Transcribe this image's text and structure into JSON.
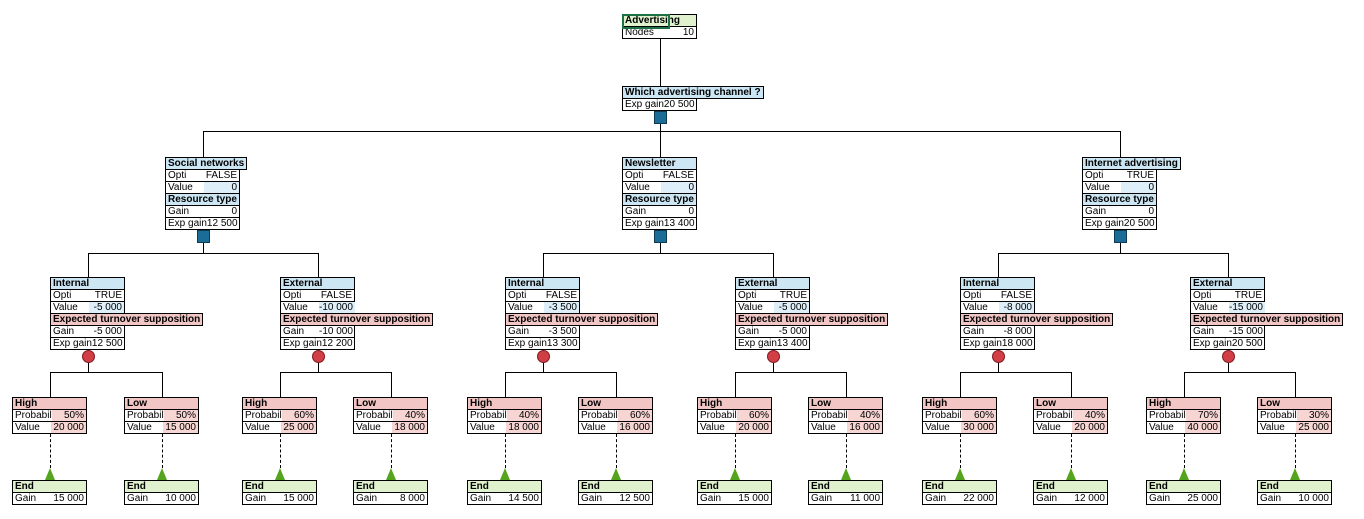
{
  "labels": {
    "opti": "Opti",
    "value": "Value",
    "gain": "Gain",
    "exp_gain": "Exp gain",
    "probability": "Probabil",
    "nodes": "Nodes",
    "end": "End"
  },
  "colors": {
    "decision_marker": "#1B6C96",
    "chance_marker": "#D23E46",
    "end_marker": "#55A41E",
    "header_blue": "#CCE6F4",
    "header_green": "#DFF2CD",
    "header_pink": "#F2C6C4",
    "cell_blue": "#DEEFF9",
    "cell_pink": "#F6D5D3",
    "selection_outline": "#1E7145"
  },
  "root": {
    "title": "Advertising",
    "nodes_count": "10"
  },
  "decision": {
    "question": "Which advertising channel ?",
    "exp_gain": "20 500"
  },
  "channels": [
    {
      "label": "Social networks",
      "opti": "FALSE",
      "value": "0",
      "subtitle": "Resource type",
      "gain": "0",
      "exp_gain": "12 500",
      "options": [
        {
          "label": "Internal",
          "opti": "TRUE",
          "value": "-5 000",
          "subtitle": "Expected turnover supposition",
          "gain": "-5 000",
          "exp_gain": "12 500",
          "outcomes": [
            {
              "label": "High",
              "probability": "50%",
              "value": "20 000",
              "end_label": "End",
              "end_gain": "15 000"
            },
            {
              "label": "Low",
              "probability": "50%",
              "value": "15 000",
              "end_label": "End",
              "end_gain": "10 000"
            }
          ]
        },
        {
          "label": "External",
          "opti": "FALSE",
          "value": "-10 000",
          "subtitle": "Expected turnover supposition",
          "gain": "-10 000",
          "exp_gain": "12 200",
          "outcomes": [
            {
              "label": "High",
              "probability": "60%",
              "value": "25 000",
              "end_label": "End",
              "end_gain": "15 000"
            },
            {
              "label": "Low",
              "probability": "40%",
              "value": "18 000",
              "end_label": "End",
              "end_gain": "8 000"
            }
          ]
        }
      ]
    },
    {
      "label": "Newsletter",
      "opti": "FALSE",
      "value": "0",
      "subtitle": "Resource type",
      "gain": "0",
      "exp_gain": "13 400",
      "options": [
        {
          "label": "Internal",
          "opti": "FALSE",
          "value": "-3 500",
          "subtitle": "Expected turnover supposition",
          "gain": "-3 500",
          "exp_gain": "13 300",
          "outcomes": [
            {
              "label": "High",
              "probability": "40%",
              "value": "18 000",
              "end_label": "End",
              "end_gain": "14 500"
            },
            {
              "label": "Low",
              "probability": "60%",
              "value": "16 000",
              "end_label": "End",
              "end_gain": "12 500"
            }
          ]
        },
        {
          "label": "External",
          "opti": "TRUE",
          "value": "-5 000",
          "subtitle": "Expected turnover supposition",
          "gain": "-5 000",
          "exp_gain": "13 400",
          "outcomes": [
            {
              "label": "High",
              "probability": "60%",
              "value": "20 000",
              "end_label": "End",
              "end_gain": "15 000"
            },
            {
              "label": "Low",
              "probability": "40%",
              "value": "16 000",
              "end_label": "End",
              "end_gain": "11 000"
            }
          ]
        }
      ]
    },
    {
      "label": "Internet advertising",
      "opti": "TRUE",
      "value": "0",
      "subtitle": "Resource type",
      "gain": "0",
      "exp_gain": "20 500",
      "options": [
        {
          "label": "Internal",
          "opti": "FALSE",
          "value": "-8 000",
          "subtitle": "Expected turnover supposition",
          "gain": "-8 000",
          "exp_gain": "18 000",
          "outcomes": [
            {
              "label": "High",
              "probability": "60%",
              "value": "30 000",
              "end_label": "End",
              "end_gain": "22 000"
            },
            {
              "label": "Low",
              "probability": "40%",
              "value": "20 000",
              "end_label": "End",
              "end_gain": "12 000"
            }
          ]
        },
        {
          "label": "External",
          "opti": "TRUE",
          "value": "-15 000",
          "subtitle": "Expected turnover supposition",
          "gain": "-15 000",
          "exp_gain": "20 500",
          "outcomes": [
            {
              "label": "High",
              "probability": "70%",
              "value": "40 000",
              "end_label": "End",
              "end_gain": "25 000"
            },
            {
              "label": "Low",
              "probability": "30%",
              "value": "25 000",
              "end_label": "End",
              "end_gain": "10 000"
            }
          ]
        }
      ]
    }
  ]
}
